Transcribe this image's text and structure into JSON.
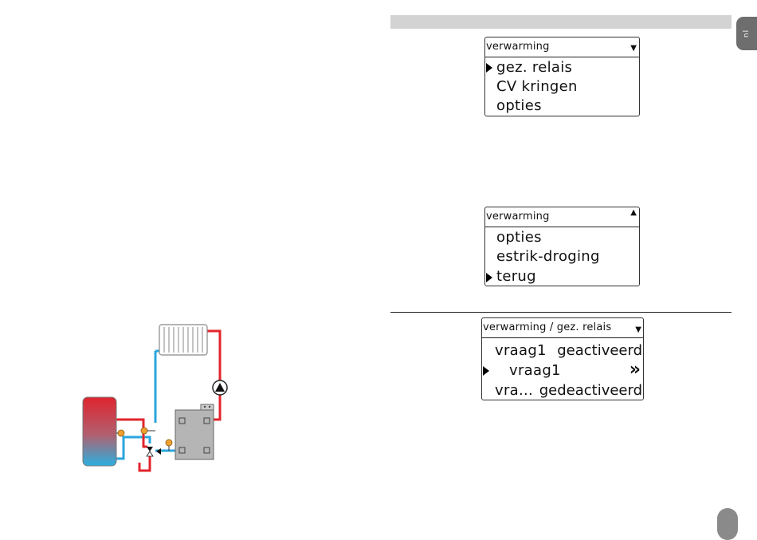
{
  "side_tab": {
    "label": "nl"
  },
  "screens": [
    {
      "header": "verwarming",
      "scroll_indicator": "down",
      "rows": [
        "gez. relais",
        "CV kringen",
        "opties"
      ],
      "selected_index": 0
    },
    {
      "header": "verwarming",
      "scroll_indicator": "up",
      "rows": [
        "opties",
        "estrik-droging",
        "terug"
      ],
      "selected_index": 2
    },
    {
      "header": "verwarming / gez. relais",
      "scroll_indicator": "down",
      "rows": [
        {
          "label": "vraag1",
          "value": "geactiveerd"
        },
        {
          "label": "vraag1",
          "value": "»"
        },
        {
          "label": "vra...",
          "value": "gedeactiveerd"
        }
      ],
      "selected_index": 1
    }
  ],
  "colors": {
    "hot_pipe": "#e3242b",
    "cold_pipe": "#2aa6dd",
    "sensor": "#f0a030",
    "boiler": "#b5b5b5",
    "header_bar": "#d3d3d3"
  }
}
